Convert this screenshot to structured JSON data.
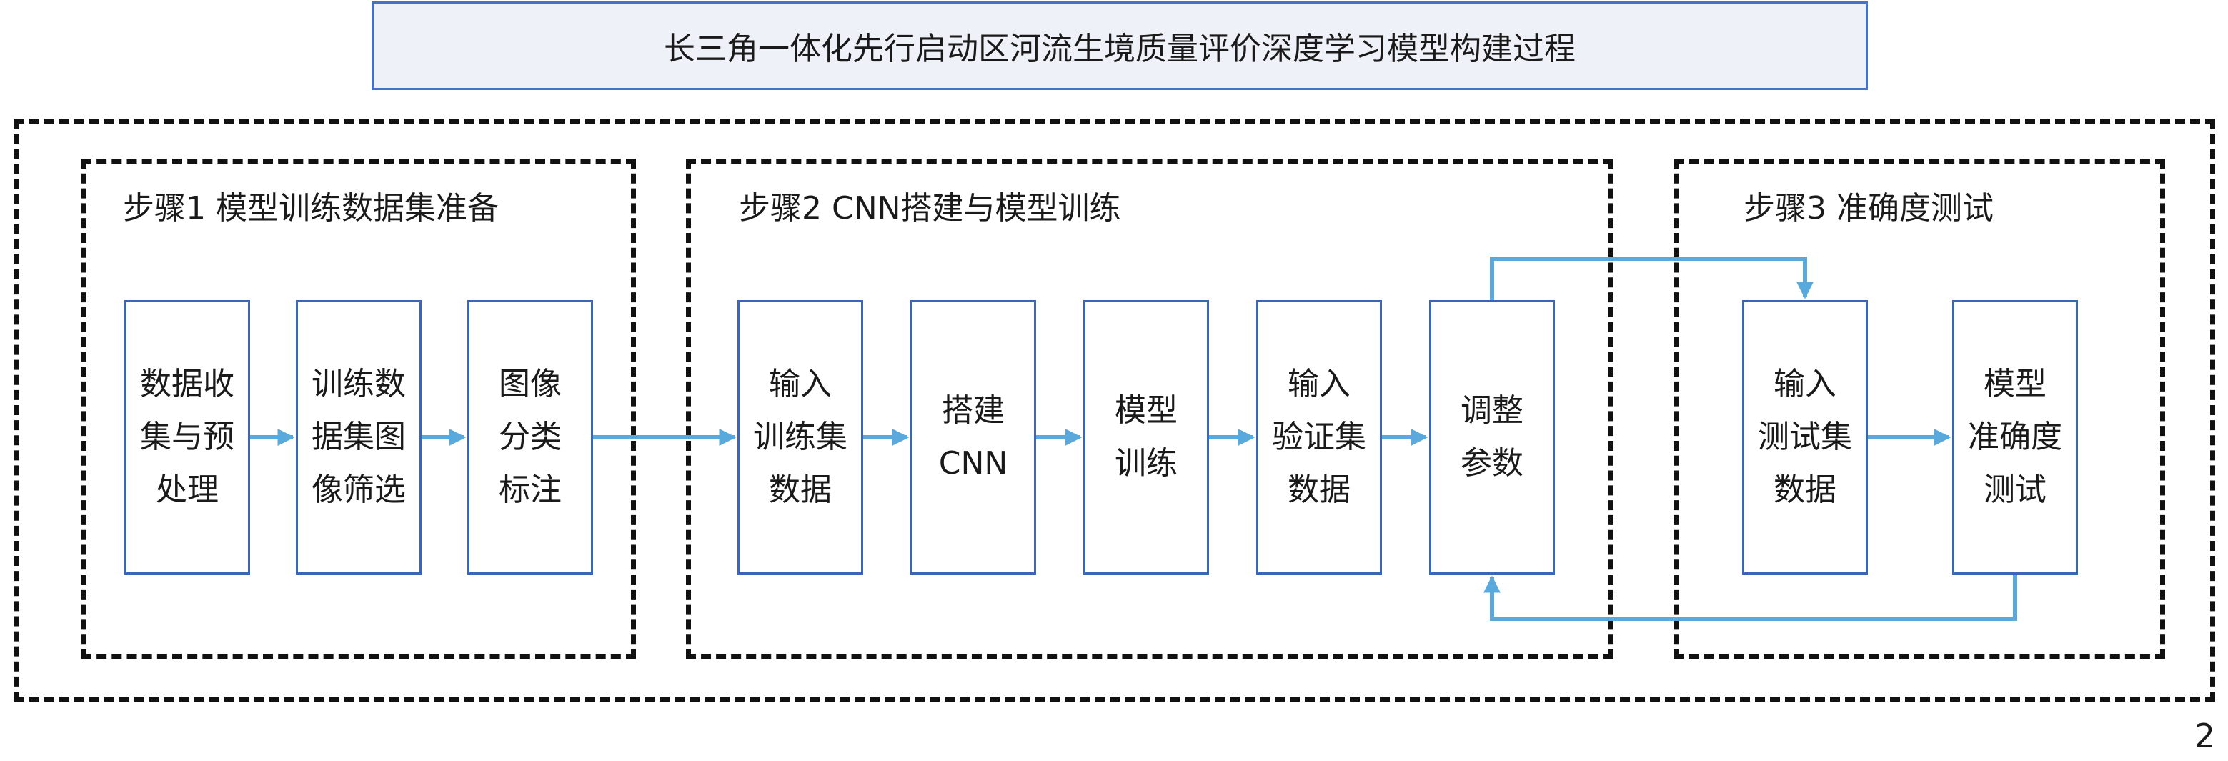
{
  "title": "长三角一体化先行启动区河流生境质量评价深度学习模型构建过程",
  "steps": [
    {
      "label": "步骤1 模型训练数据集准备"
    },
    {
      "label": "步骤2 CNN搭建与模型训练"
    },
    {
      "label": "步骤3 准确度测试"
    }
  ],
  "nodes": [
    {
      "lines": [
        "数据收",
        "集与预",
        "处理"
      ]
    },
    {
      "lines": [
        "训练数",
        "据集图",
        "像筛选"
      ]
    },
    {
      "lines": [
        "图像",
        "分类",
        "标注"
      ]
    },
    {
      "lines": [
        "输入",
        "训练集",
        "数据"
      ]
    },
    {
      "lines": [
        "搭建",
        "CNN"
      ]
    },
    {
      "lines": [
        "模型",
        "训练"
      ]
    },
    {
      "lines": [
        "输入",
        "验证集",
        "数据"
      ]
    },
    {
      "lines": [
        "调整",
        "参数"
      ]
    },
    {
      "lines": [
        "输入",
        "测试集",
        "数据"
      ]
    },
    {
      "lines": [
        "模型",
        "准确度",
        "测试"
      ]
    }
  ],
  "page_number": "2",
  "colors": {
    "arrow": "#5aa9dc",
    "node_border": "#3a66b8",
    "title_border": "#4472c4",
    "title_fill": "#eef1f8"
  }
}
